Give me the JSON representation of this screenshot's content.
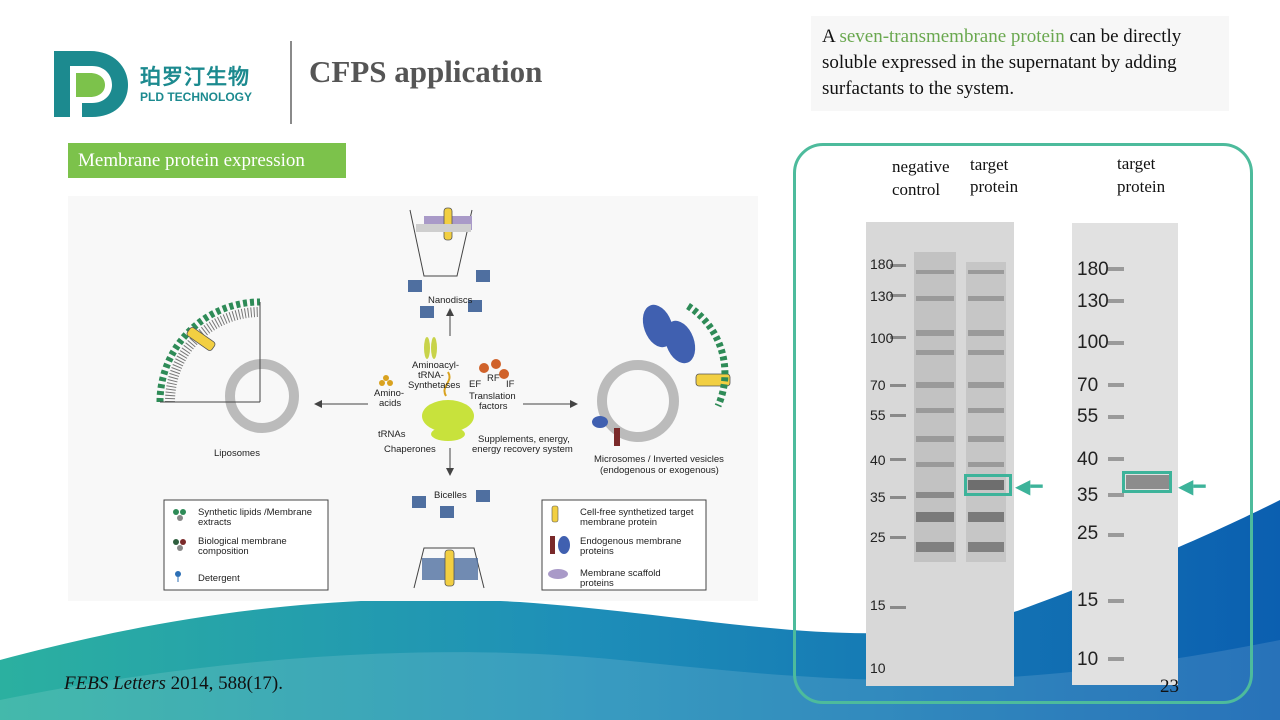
{
  "brand": {
    "name_cn": "珀罗汀生物",
    "name_en": "PLD TECHNOLOGY",
    "colors": {
      "teal": "#1c8a8f",
      "green": "#7cc24b",
      "accent": "#4dbb9c"
    }
  },
  "slide": {
    "title": "CFPS application",
    "section_tag": "Membrane protein expression",
    "page_number": "23",
    "citation": {
      "journal": "FEBS Letters",
      "rest": " 2014, 588(17)."
    }
  },
  "callout": {
    "prefix": "A ",
    "highlight": "seven-transmembrane protein",
    "suffix": " can be directly soluble expressed in the supernatant by adding surfactants to the system."
  },
  "diagram": {
    "nanodiscs": "Nanodiscs",
    "bicelles": "Bicelles",
    "liposomes": "Liposomes",
    "microsomes": [
      "Microsomes / Inverted vesicles",
      "(endogenous or exogenous)"
    ],
    "aminoacyl": [
      "Aminoacyl-",
      "tRNA-",
      "Synthetases"
    ],
    "amino_acids": [
      "Amino-",
      "acids"
    ],
    "trnas": "tRNAs",
    "chaperones": "Chaperones",
    "factors": {
      "ef": "EF",
      "rf": "RF",
      "if": "IF",
      "label": [
        "Translation",
        "factors"
      ]
    },
    "supplements": [
      "Supplements, energy,",
      "energy recovery system"
    ],
    "legend_left": [
      [
        "Synthetic lipids /Membrane",
        "extracts"
      ],
      [
        "Biological membrane",
        "composition"
      ],
      [
        "Detergent"
      ]
    ],
    "legend_right": [
      [
        "Cell-free synthetized target",
        "membrane protein"
      ],
      [
        "Endogenous membrane",
        "proteins"
      ],
      [
        "Membrane scaffold",
        "proteins"
      ]
    ]
  },
  "gel": {
    "gel1_headers": {
      "negative": [
        "negative",
        "control"
      ],
      "target": [
        "target",
        "protein"
      ]
    },
    "gel2_header": [
      "target",
      "protein"
    ],
    "gel1_markers": [
      "180",
      "130",
      "100",
      "70",
      "55",
      "40",
      "35",
      "25",
      "15",
      "10"
    ],
    "gel2_markers": [
      "180",
      "130",
      "100",
      "70",
      "55",
      "40",
      "35",
      "25",
      "15",
      "10"
    ],
    "arrow_icon": "left-arrow-icon"
  }
}
